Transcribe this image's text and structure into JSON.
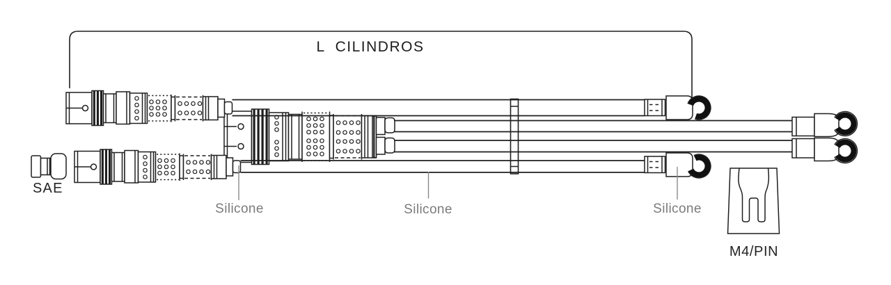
{
  "diagram": {
    "bracket_label": "L  CILINDROS",
    "labels": {
      "sae": "SAE",
      "silicone_left": "Silicone",
      "silicone_middle": "Silicone",
      "silicone_right": "Silicone",
      "m4_pin": "M4/PIN"
    },
    "colors": {
      "background": "#ffffff",
      "line": "#1f1f1f",
      "label_dark": "#242424",
      "label_gray": "#7b7b7b"
    }
  }
}
